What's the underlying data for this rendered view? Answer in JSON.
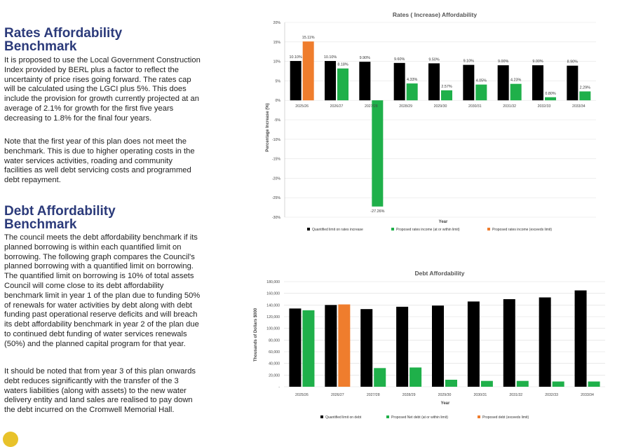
{
  "rates": {
    "heading_line1": "Rates Affordability",
    "heading_line2": "Benchmark",
    "paragraph1": "It is proposed to use the Local Government Construction Index provided by BERL plus a factor to reflect the uncertainty of price rises going forward. The rates cap will be calculated using the LGCI plus 5%. This does include the provision for growth currently projected at an average of 2.1% for growth for the first five years decreasing to 1.8% for the final four years.",
    "paragraph2": "Note that the first year of this plan does not meet the benchmark. This is due to higher operating costs in the water services activities, roading and community facilities as well debt servicing costs and programmed debt repayment."
  },
  "debt": {
    "heading_line1": "Debt Affordability",
    "heading_line2": "Benchmark",
    "paragraph1": "The council meets the debt affordability benchmark if its planned borrowing is within each quantified limit on borrowing. The following graph compares the Council's planned borrowing with a quantified limit on borrowing. The quantified limit on borrowing is 10% of total assets Council will come close to its debt affordability benchmark limit in year 1 of the plan due to funding 50% of renewals for water activities by debt along with debt funding past operational reserve deficits and will breach its debt affordability benchmark in year 2 of the plan due to continued debt funding of water services renewals (50%) and the planned capital program for that year.",
    "paragraph2": "It should be noted that from year 3 of this plan onwards debt reduces significantly with the transfer of the 3 waters liabilities (along with assets) to the new water delivery entity and land sales are realised to pay down the debt incurred on the Cromwell Memorial Hall."
  },
  "colors": {
    "limit": "#000000",
    "within": "#1fb04a",
    "exceeds": "#ef7d2d"
  },
  "chart_data": [
    {
      "type": "bar",
      "title": "Rates ( Increase) Affordability",
      "xlabel": "Year",
      "ylabel": "Percentage Increase (%)",
      "ylim": [
        -30,
        20
      ],
      "yticks": [
        "20%",
        "15%",
        "10%",
        "5%",
        "0%",
        "-5%",
        "-10%",
        "-15%",
        "-20%",
        "-25%",
        "-30%"
      ],
      "categories": [
        "2025/26",
        "2026/27",
        "2027/28",
        "2028/29",
        "2029/30",
        "2030/31",
        "2031/32",
        "2032/33",
        "2033/34"
      ],
      "series": [
        {
          "name": "Quantified limit on rates increase",
          "values": [
            10.1,
            10.1,
            9.9,
            9.6,
            9.5,
            9.1,
            9.0,
            9.0,
            8.9
          ],
          "labels": [
            "10.10%",
            "10.10%",
            "9.90%",
            "9.60%",
            "9.50%",
            "9.10%",
            "9.00%",
            "9.00%",
            "8.90%"
          ]
        },
        {
          "name": "Proposed rates income (at or within limit)",
          "values": [
            null,
            8.18,
            -27.26,
            4.33,
            2.57,
            4.05,
            4.23,
            0.8,
            2.29
          ],
          "labels": [
            "",
            "8.18%",
            "-27.26%",
            "4.33%",
            "2.57%",
            "4.05%",
            "4.23%",
            "0.80%",
            "2.29%"
          ]
        },
        {
          "name": "Proposed  rates income (exceeds limit)",
          "values": [
            15.11,
            null,
            null,
            null,
            null,
            null,
            null,
            null,
            null
          ],
          "labels": [
            "15.11%",
            "",
            "",
            "",
            "",
            "",
            "",
            "",
            ""
          ]
        }
      ],
      "grid": true,
      "legend": "bottom"
    },
    {
      "type": "bar",
      "title": "Debt Affordability",
      "xlabel": "Year",
      "ylabel": "Thousands of Dollars $000",
      "ylim": [
        0,
        180000
      ],
      "yticks": [
        "180,000",
        "160,000",
        "140,000",
        "120,000",
        "100,000",
        "80,000",
        "60,000",
        "40,000",
        "20,000",
        "-"
      ],
      "categories": [
        "2025/26",
        "2026/27",
        "2027/28",
        "2028/29",
        "2029/30",
        "2030/31",
        "2031/32",
        "2032/33",
        "2033/34"
      ],
      "series": [
        {
          "name": "Quantified limit on debt",
          "values": [
            134000,
            140000,
            133000,
            137000,
            139000,
            146000,
            150000,
            153000,
            165000
          ]
        },
        {
          "name": "Proposed Net debt (at or within limit)",
          "values": [
            131000,
            null,
            32000,
            33000,
            12000,
            10000,
            10000,
            9000,
            9000
          ]
        },
        {
          "name": "Proposed debt (exceeds limit)",
          "values": [
            null,
            141000,
            null,
            null,
            null,
            null,
            null,
            null,
            null
          ]
        }
      ],
      "grid": true,
      "legend": "bottom"
    }
  ]
}
